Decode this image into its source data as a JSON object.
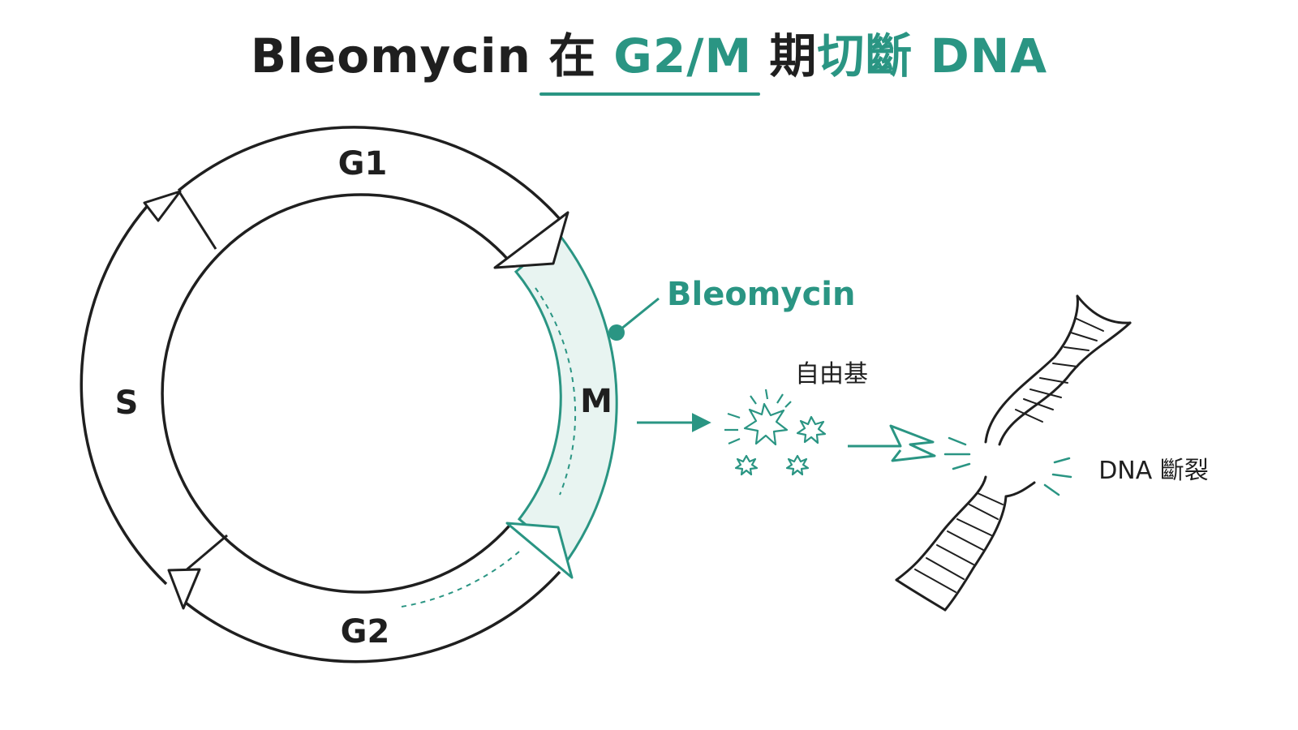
{
  "title": {
    "part1": "Bleomycin 在 ",
    "part2": "G2/M",
    "part3": " 期",
    "part4": "切斷 DNA"
  },
  "cycle": {
    "phase_g1": "G1",
    "phase_s": "S",
    "phase_g2": "G2",
    "phase_m": "M"
  },
  "drug_label": "Bleomycin",
  "free_radical_label": "自由基",
  "dna_break_label": "DNA 斷裂",
  "colors": {
    "accent": "#2a9583",
    "accent_fill": "#e8f4f1",
    "ink": "#1f1f1f"
  }
}
